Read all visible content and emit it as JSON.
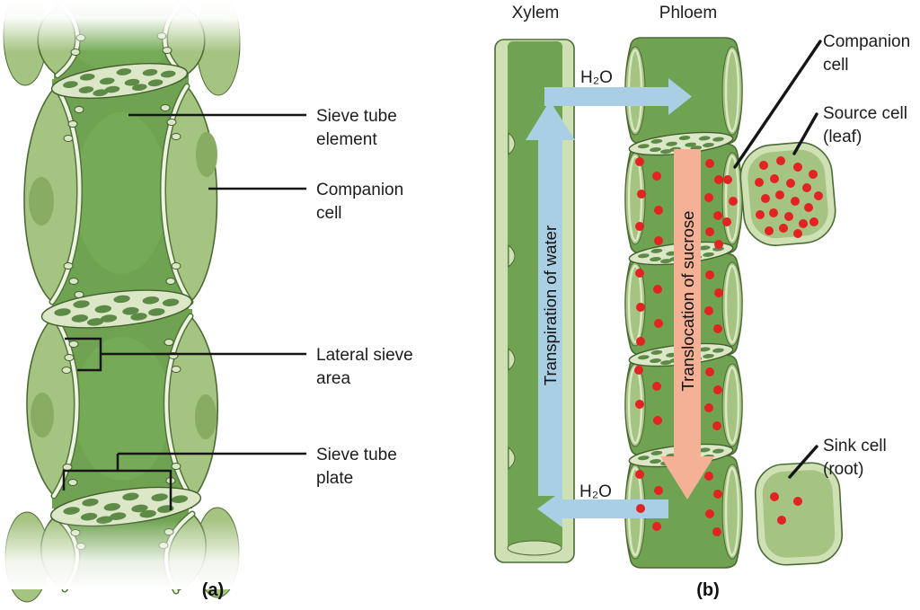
{
  "figure": {
    "caption_a": "(a)",
    "caption_b": "(b)"
  },
  "panel_a": {
    "labels": {
      "sieve_tube_element": {
        "line1": "Sieve tube",
        "line2": "element"
      },
      "companion_cell": {
        "line1": "Companion",
        "line2": "cell"
      },
      "lateral_sieve_area": {
        "line1": "Lateral sieve",
        "line2": "area"
      },
      "sieve_tube_plate": {
        "line1": "Sieve tube",
        "line2": "plate"
      }
    }
  },
  "panel_b": {
    "headers": {
      "xylem": "Xylem",
      "phloem": "Phloem"
    },
    "flow_labels": {
      "h2o_top": "H₂O",
      "h2o_bottom": "H₂O",
      "transpiration": "Transpiration of water",
      "translocation": "Translocation of sucrose"
    },
    "labels": {
      "companion_cell": {
        "line1": "Companion",
        "line2": "cell"
      },
      "source_cell": {
        "line1": "Source cell",
        "line2": "(leaf)"
      },
      "sink_cell": {
        "line1": "Sink cell",
        "line2": "(root)"
      }
    }
  },
  "colors": {
    "cell_green": "#6fa351",
    "cell_light_green": "#a5c381",
    "wall_pale": "#dbe7c6",
    "outline_green": "#4a6b33",
    "water_arrow_blue": "#a9cfe5",
    "sucrose_arrow_salmon": "#f5b196",
    "sucrose_dot_red": "#e32322",
    "label_text": "#1e1e1e"
  }
}
